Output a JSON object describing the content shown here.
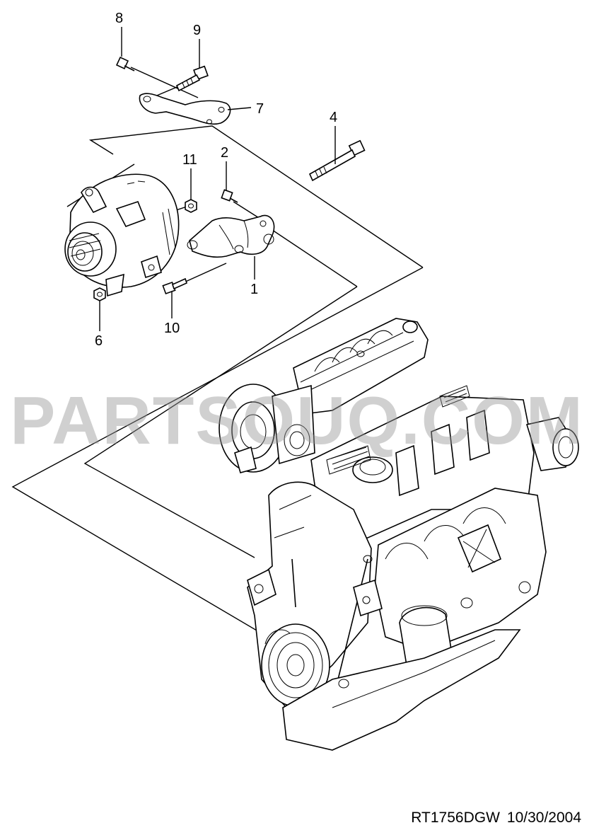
{
  "callouts": {
    "c1": "1",
    "c2": "2",
    "c4": "4",
    "c6": "6",
    "c7": "7",
    "c8": "8",
    "c9": "9",
    "c10": "10",
    "c11": "11"
  },
  "watermark": "PARTSOUQ.COM",
  "footer": {
    "code": "RT1756DGW",
    "date": "10/30/2004"
  }
}
